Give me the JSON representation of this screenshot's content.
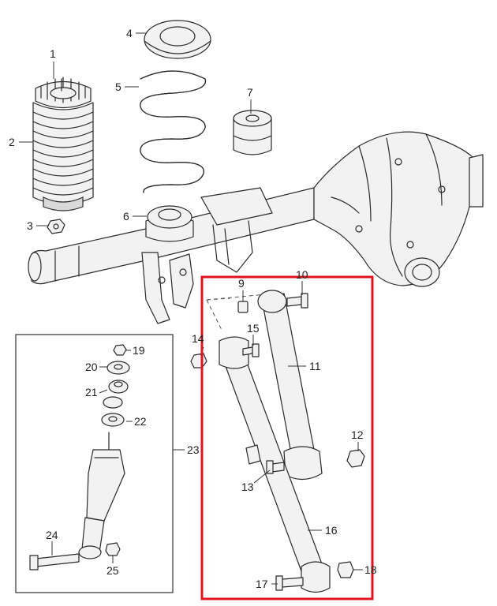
{
  "colors": {
    "highlight": "#e0141e",
    "line": "#2a2a2a"
  },
  "callouts": [
    {
      "id": "1",
      "label": "1"
    },
    {
      "id": "2",
      "label": "2"
    },
    {
      "id": "3",
      "label": "3"
    },
    {
      "id": "4",
      "label": "4"
    },
    {
      "id": "5",
      "label": "5"
    },
    {
      "id": "6",
      "label": "6"
    },
    {
      "id": "7",
      "label": "7"
    },
    {
      "id": "9",
      "label": "9"
    },
    {
      "id": "10",
      "label": "10"
    },
    {
      "id": "11",
      "label": "11"
    },
    {
      "id": "12",
      "label": "12"
    },
    {
      "id": "13",
      "label": "13"
    },
    {
      "id": "14",
      "label": "14"
    },
    {
      "id": "15",
      "label": "15"
    },
    {
      "id": "16",
      "label": "16"
    },
    {
      "id": "17",
      "label": "17"
    },
    {
      "id": "18",
      "label": "18"
    },
    {
      "id": "19",
      "label": "19"
    },
    {
      "id": "20",
      "label": "20"
    },
    {
      "id": "21",
      "label": "21"
    },
    {
      "id": "22",
      "label": "22"
    },
    {
      "id": "23",
      "label": "23"
    },
    {
      "id": "24",
      "label": "24"
    },
    {
      "id": "25",
      "label": "25"
    }
  ]
}
